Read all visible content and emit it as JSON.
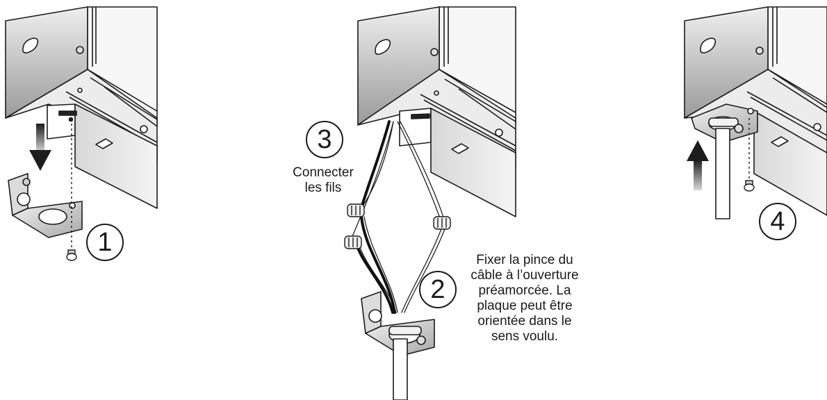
{
  "steps": {
    "s1": "1",
    "s2": "2",
    "s3": "3",
    "s4": "4"
  },
  "captions": {
    "connect_wires": "Connecter\nles fils",
    "attach_clamp": "Fixer la pince du\ncâble à l’ouverture\npréamorcée. La\nplaque peut être\norientée dans le\nsens voulu."
  }
}
